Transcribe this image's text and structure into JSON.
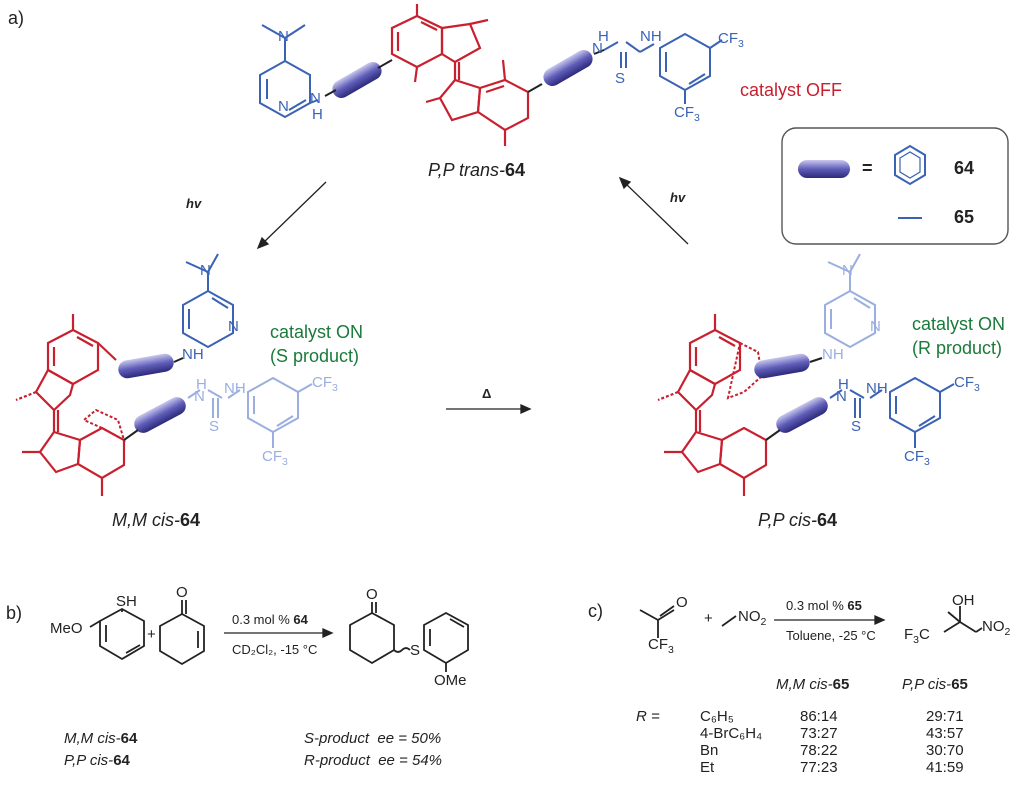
{
  "panels": {
    "a": "a)",
    "b": "b)",
    "c": "c)"
  },
  "panel_a": {
    "top_label_pre": "P,P trans-",
    "top_label_num": "64",
    "left_label_pre": "M,M cis-",
    "left_label_num": "64",
    "right_label_pre": "P,P cis-",
    "right_label_num": "64",
    "hv_left": "hv",
    "hv_right": "hv",
    "delta": "Δ",
    "catalyst_off": "catalyst OFF",
    "catalyst_on_left": "catalyst ON",
    "product_left": "(S product)",
    "catalyst_on_right": "catalyst ON",
    "product_right": "(R product)",
    "legend": {
      "equals": "=",
      "row1": "64",
      "row2": "65"
    },
    "atoms": {
      "N": "N",
      "H": "H",
      "NH": "NH",
      "S": "S",
      "CF3": "CF",
      "sub3": "3"
    },
    "colors": {
      "motor": "#c8202f",
      "catalyst": "#3a62b5",
      "faded": "#9aaee0",
      "on": "#1a7a3a",
      "linker": "#4b4aa8"
    }
  },
  "panel_b": {
    "reagent1_sh": "SH",
    "reagent1_meo": "MeO",
    "plus": "+",
    "conditions_top_pre": "0.3 mol % ",
    "conditions_top_num": "64",
    "conditions_bottom": "CD₂Cl₂, -15 °C",
    "product_o": "O",
    "product_s": "S",
    "product_ome": "OMe",
    "rows": [
      {
        "catalyst_pre": "M,M cis-",
        "catalyst_num": "64",
        "product": "S-product",
        "ee": "ee = 50%"
      },
      {
        "catalyst_pre": "P,P cis-",
        "catalyst_num": "64",
        "product": "R-product",
        "ee": "ee = 54%"
      }
    ]
  },
  "panel_c": {
    "ketone_o": "O",
    "ketone_cf3": "CF",
    "plus": "+",
    "nitro": "NO",
    "conditions_top_pre": "0.3 mol % ",
    "conditions_top_num": "65",
    "conditions_bottom": "Toluene, -25 °C",
    "product_oh": "OH",
    "product_f3c": "F",
    "product_c": "C",
    "product_no2": "NO",
    "col1_pre": "M,M cis-",
    "col1_num": "65",
    "col2_pre": "P,P cis-",
    "col2_num": "65",
    "r_label": "R =",
    "rows": [
      {
        "r": "C₆H₅",
        "mm": "86:14",
        "pp": "29:71"
      },
      {
        "r": "4-BrC₆H₄",
        "mm": "73:27",
        "pp": "43:57"
      },
      {
        "r": "Bn",
        "mm": "78:22",
        "pp": "30:70"
      },
      {
        "r": "Et",
        "mm": "77:23",
        "pp": "41:59"
      }
    ]
  }
}
